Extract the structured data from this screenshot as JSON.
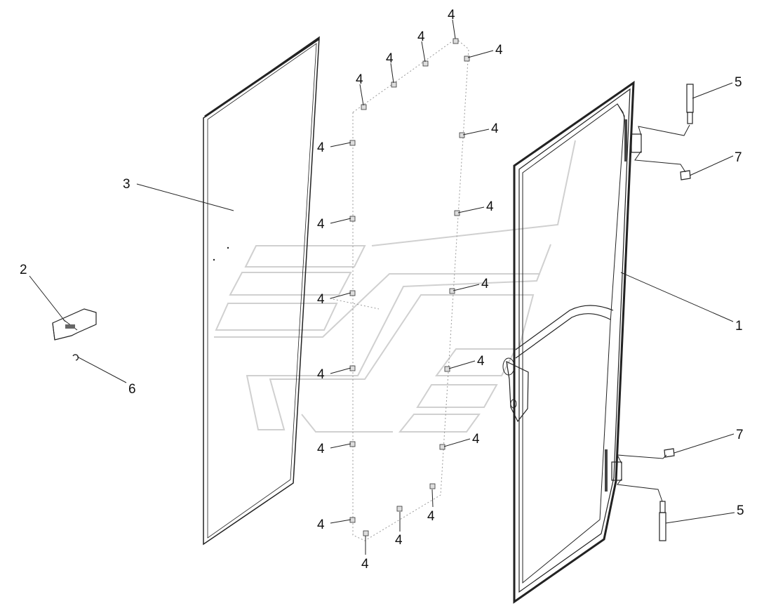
{
  "labels": {
    "door_frame": "1",
    "handle": "2",
    "glass_pane": "3",
    "clip": "4",
    "hinge_pin": "5",
    "retaining_ring": "6",
    "bushing": "7"
  }
}
